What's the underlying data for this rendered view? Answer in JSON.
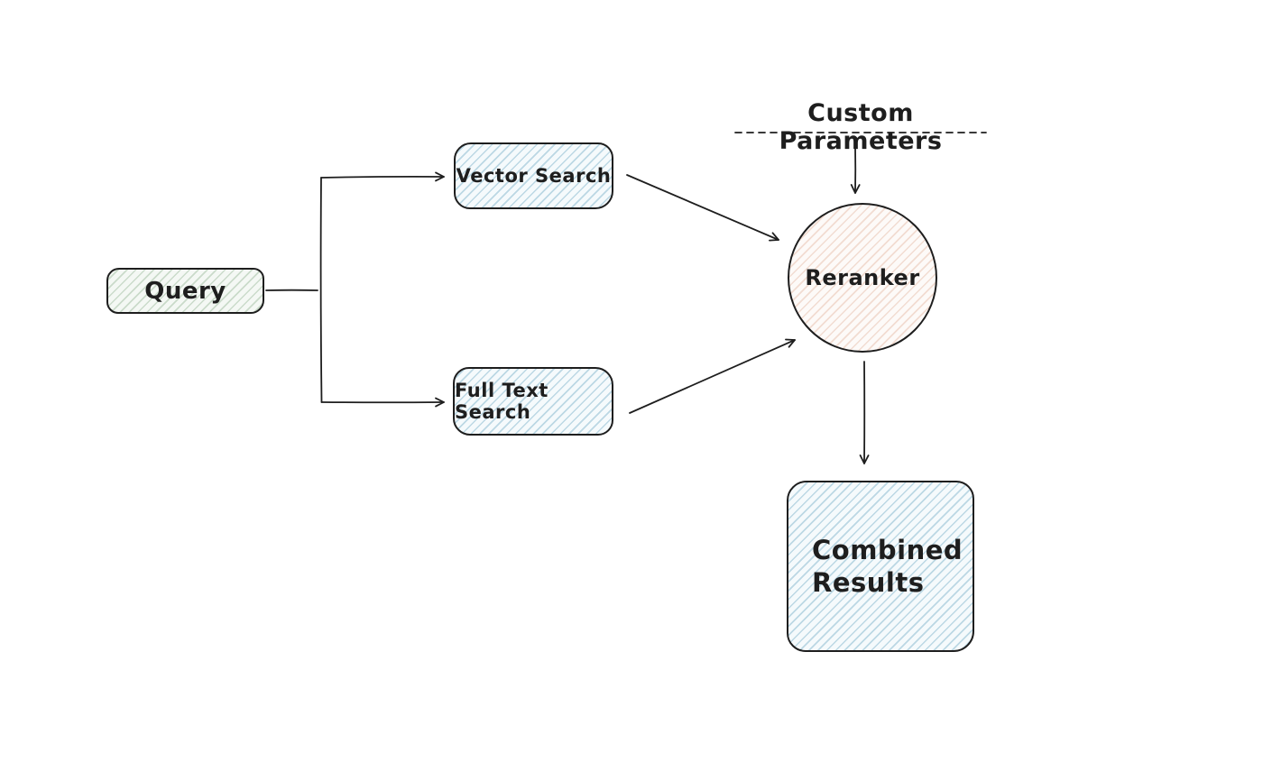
{
  "diagram": {
    "type": "flowchart",
    "style": "hand-drawn-sketch",
    "nodes": {
      "query": {
        "label": "Query",
        "shape": "rounded-rectangle",
        "fill_hatch": "#b8ceb8"
      },
      "vector_search": {
        "label": "Vector Search",
        "shape": "rounded-rectangle",
        "fill_hatch": "#a9cedd"
      },
      "full_text_search": {
        "label": "Full Text Search",
        "shape": "rounded-rectangle",
        "fill_hatch": "#a9cedd"
      },
      "reranker": {
        "label": "Reranker",
        "shape": "circle",
        "fill_hatch": "#e6c7b8"
      },
      "custom_parameters": {
        "label": "Custom Parameters",
        "shape": "text-with-dashed-underline"
      },
      "combined_results": {
        "label": "Combined Results",
        "shape": "rounded-square",
        "fill_hatch": "#a9cedd"
      }
    },
    "edges": [
      {
        "from": "query",
        "to": "vector_search",
        "arrow": true
      },
      {
        "from": "query",
        "to": "full_text_search",
        "arrow": true
      },
      {
        "from": "vector_search",
        "to": "reranker",
        "arrow": true
      },
      {
        "from": "full_text_search",
        "to": "reranker",
        "arrow": true
      },
      {
        "from": "custom_parameters",
        "to": "reranker",
        "arrow": true
      },
      {
        "from": "reranker",
        "to": "combined_results",
        "arrow": true
      }
    ],
    "colors": {
      "stroke": "#1e1e1e",
      "query_hatch": "#b8ceb8",
      "search_hatch": "#a9cedd",
      "reranker_hatch": "#e6c7b8",
      "canvas_background": "#ffffff"
    }
  }
}
